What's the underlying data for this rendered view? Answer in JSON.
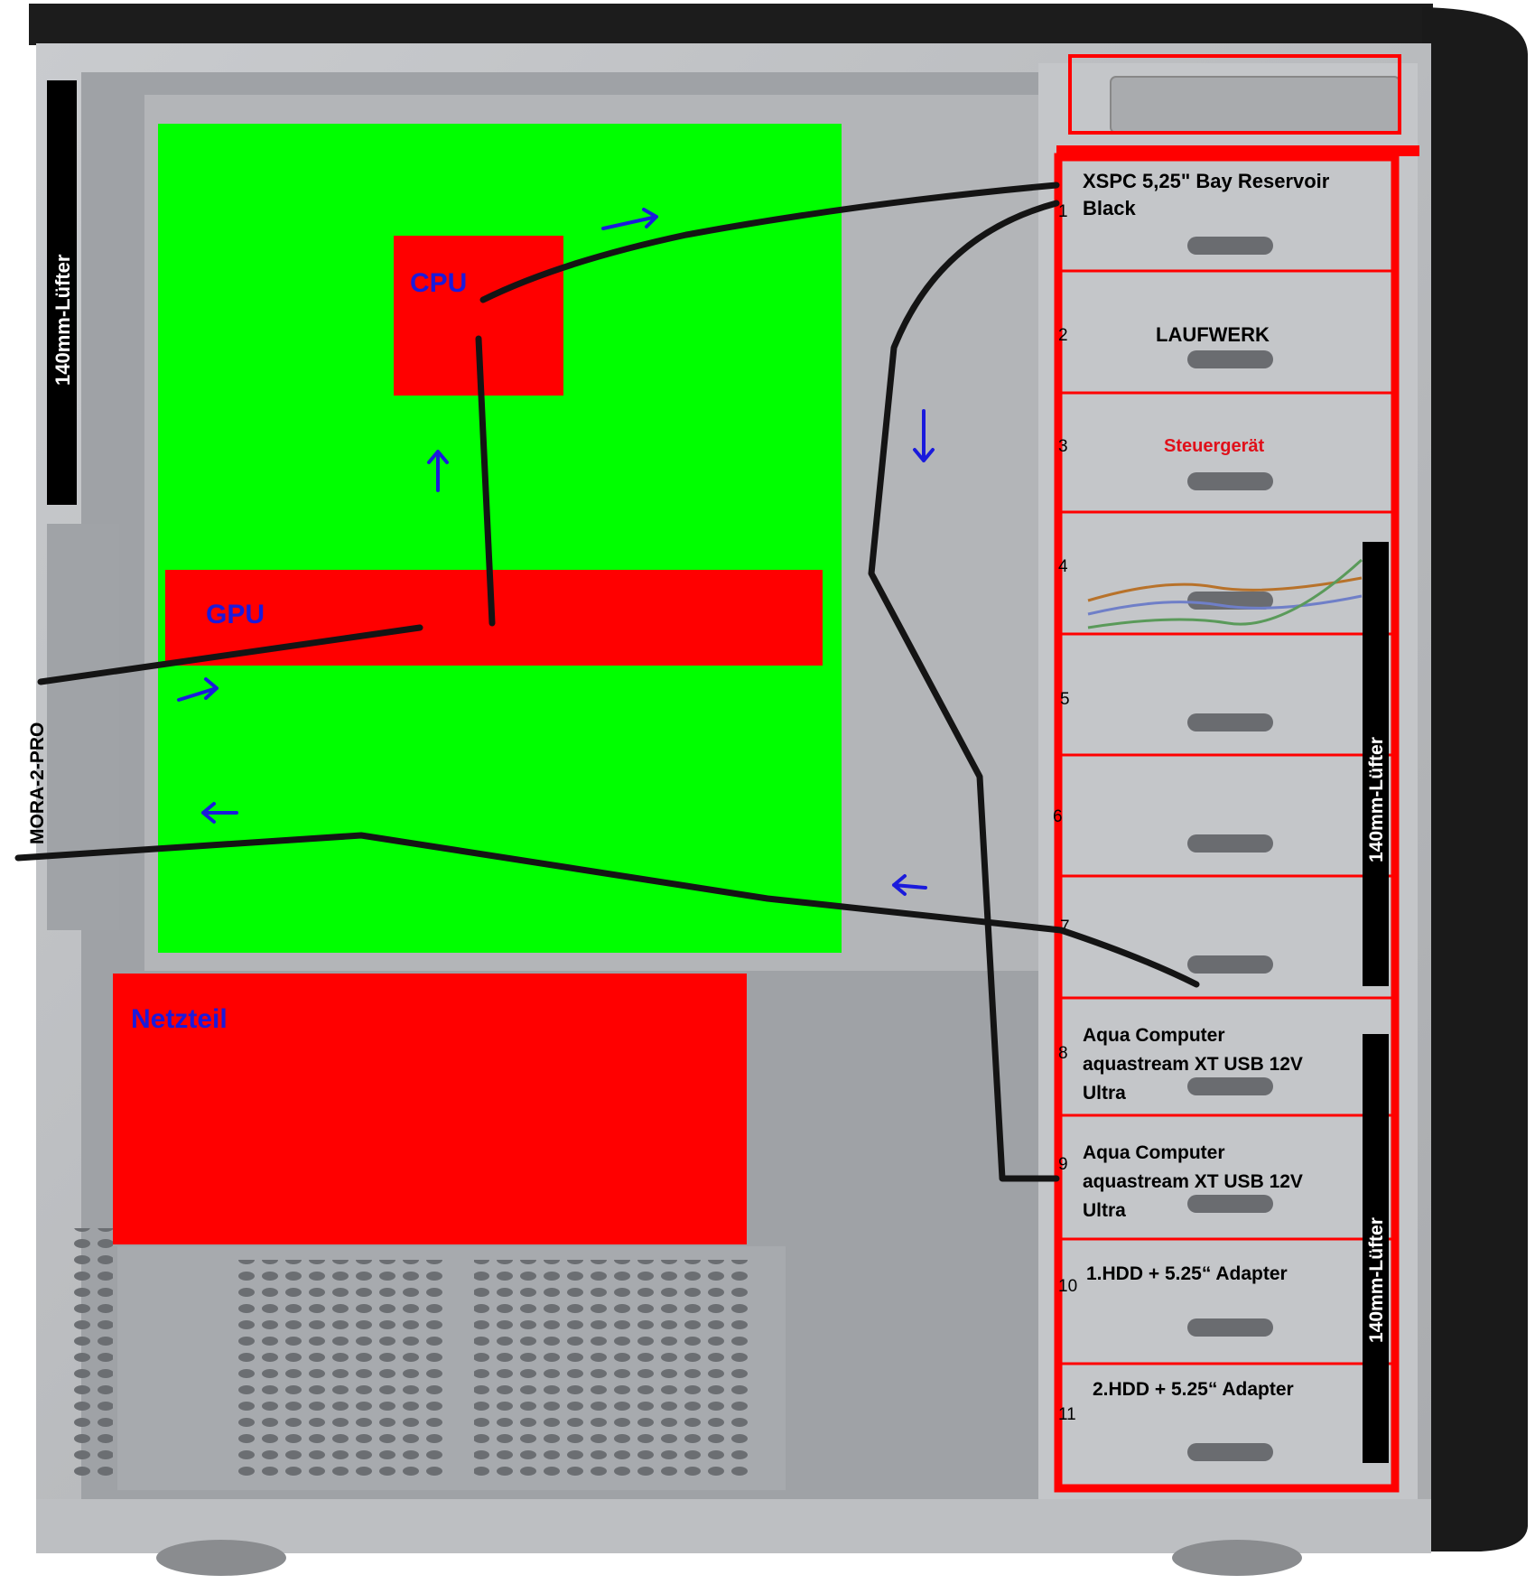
{
  "components": {
    "cpu": "CPU",
    "gpu": "GPU",
    "psu": "Netzteil",
    "radiator": "MORA-2-PRO"
  },
  "fans": {
    "rear": "140mm-Lüfter",
    "front_upper": "140mm-Lüfter",
    "front_lower": "140mm-Lüfter"
  },
  "bays": [
    {
      "number": "1",
      "line1": "XSPC 5,25\" Bay Reservoir",
      "line2": "Black",
      "line3": ""
    },
    {
      "number": "2",
      "line1": "LAUFWERK",
      "line2": "",
      "line3": ""
    },
    {
      "number": "3",
      "line1": "Steuergerät",
      "line2": "",
      "line3": ""
    },
    {
      "number": "4",
      "line1": "",
      "line2": "",
      "line3": ""
    },
    {
      "number": "5",
      "line1": "",
      "line2": "",
      "line3": ""
    },
    {
      "number": "6",
      "line1": "",
      "line2": "",
      "line3": ""
    },
    {
      "number": "7",
      "line1": "",
      "line2": "",
      "line3": ""
    },
    {
      "number": "8",
      "line1": "Aqua Computer",
      "line2": "aquastream XT USB 12V",
      "line3": "Ultra"
    },
    {
      "number": "9",
      "line1": "Aqua Computer",
      "line2": "aquastream XT USB 12V",
      "line3": "Ultra"
    },
    {
      "number": "10",
      "line1": "1.HDD + 5.25“ Adapter",
      "line2": "",
      "line3": ""
    },
    {
      "number": "11",
      "line1": "2.HDD + 5.25“ Adapter",
      "line2": "",
      "line3": ""
    }
  ],
  "colors": {
    "board": "#00ff00",
    "component": "#ff0000",
    "label_blue": "#1a1adc",
    "tube": "#141414",
    "case_metal": "#b9bbbe",
    "case_dark": "#1e1e1e",
    "controller_text": "#e0101a"
  }
}
